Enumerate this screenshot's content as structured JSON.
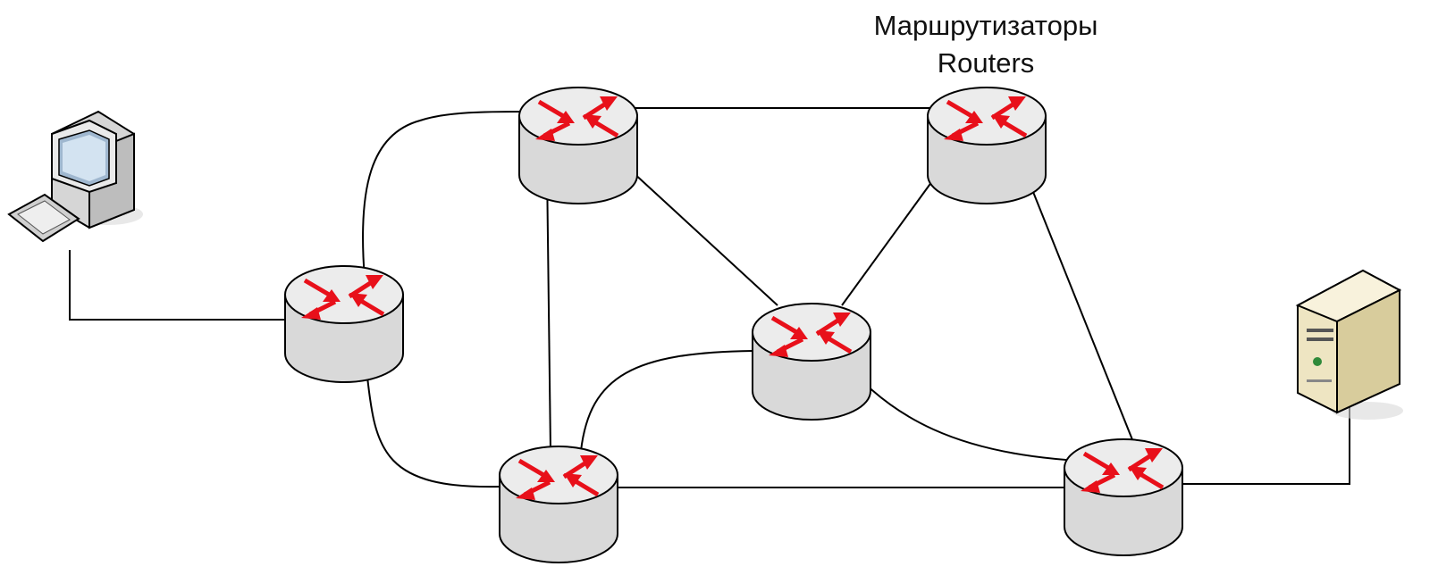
{
  "labels": {
    "routers_ru": "Маршрутизаторы",
    "routers_en": "Routers"
  },
  "colors": {
    "arrow": "#e8101a",
    "router_body": "#e6e6e6",
    "line": "#000000",
    "server_body": "#f0e7c8"
  },
  "nodes": [
    {
      "id": "client",
      "kind": "workstation",
      "icon": "computer-icon"
    },
    {
      "id": "r1",
      "kind": "router",
      "icon": "router-icon"
    },
    {
      "id": "r2",
      "kind": "router",
      "icon": "router-icon"
    },
    {
      "id": "r3",
      "kind": "router",
      "icon": "router-icon"
    },
    {
      "id": "r4",
      "kind": "router",
      "icon": "router-icon"
    },
    {
      "id": "r5",
      "kind": "router",
      "icon": "router-icon"
    },
    {
      "id": "r6",
      "kind": "router",
      "icon": "router-icon"
    },
    {
      "id": "server",
      "kind": "server",
      "icon": "server-icon"
    }
  ],
  "links": [
    [
      "client",
      "r1"
    ],
    [
      "r1",
      "r2"
    ],
    [
      "r1",
      "r5"
    ],
    [
      "r2",
      "r3"
    ],
    [
      "r2",
      "r5"
    ],
    [
      "r2",
      "r4"
    ],
    [
      "r3",
      "r4"
    ],
    [
      "r3",
      "r6"
    ],
    [
      "r4",
      "r5"
    ],
    [
      "r4",
      "r6"
    ],
    [
      "r5",
      "r6"
    ],
    [
      "r6",
      "server"
    ]
  ]
}
